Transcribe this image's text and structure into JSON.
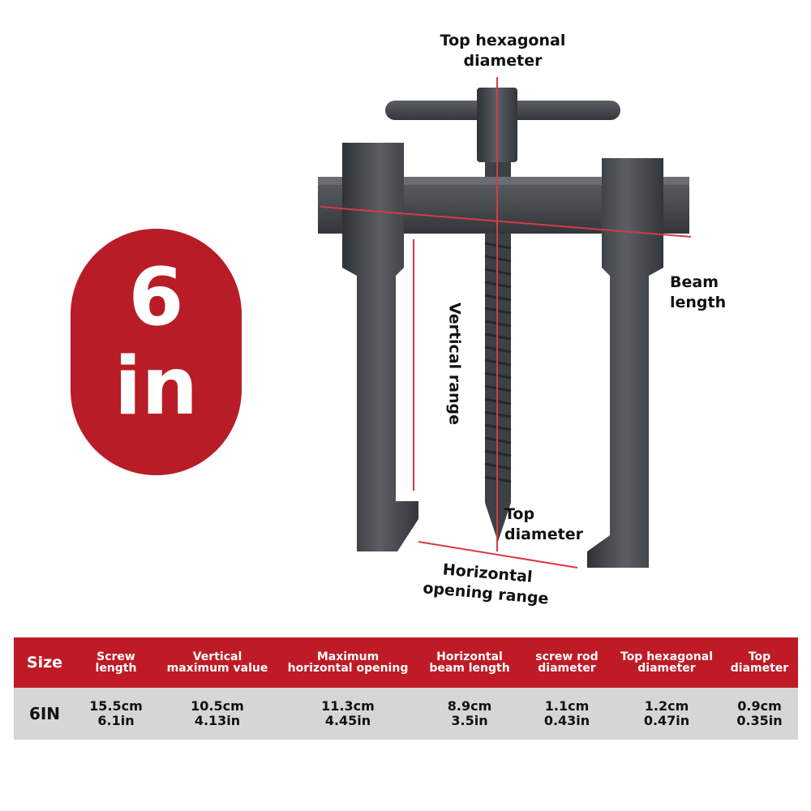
{
  "badge": {
    "number": "6",
    "unit": "in"
  },
  "colors": {
    "accent": "#b81c26",
    "table_header": "#bf1b26",
    "table_row": "#d6d6d6",
    "tool": "#4a4d52",
    "marker": "#d63a46"
  },
  "labels": {
    "top_hex": "Top hexagonal\ndiameter",
    "beam": "Beam\nlength",
    "vertical": "Vertical range",
    "top_diameter": "Top\ndiameter",
    "horizontal": "Horizontal\nopening range"
  },
  "table": {
    "headers": [
      "Size",
      "Screw\nlength",
      "Vertical\nmaximum value",
      "Maximum\nhorizontal opening",
      "Horizontal\nbeam length",
      "screw rod\ndiameter",
      "Top hexagonal\ndiameter",
      "Top\ndiameter"
    ],
    "row": {
      "size": "6IN",
      "cells": [
        {
          "cm": "15.5cm",
          "in": "6.1in"
        },
        {
          "cm": "10.5cm",
          "in": "4.13in"
        },
        {
          "cm": "11.3cm",
          "in": "4.45in"
        },
        {
          "cm": "8.9cm",
          "in": "3.5in"
        },
        {
          "cm": "1.1cm",
          "in": "0.43in"
        },
        {
          "cm": "1.2cm",
          "in": "0.47in"
        },
        {
          "cm": "0.9cm",
          "in": "0.35in"
        }
      ]
    }
  }
}
